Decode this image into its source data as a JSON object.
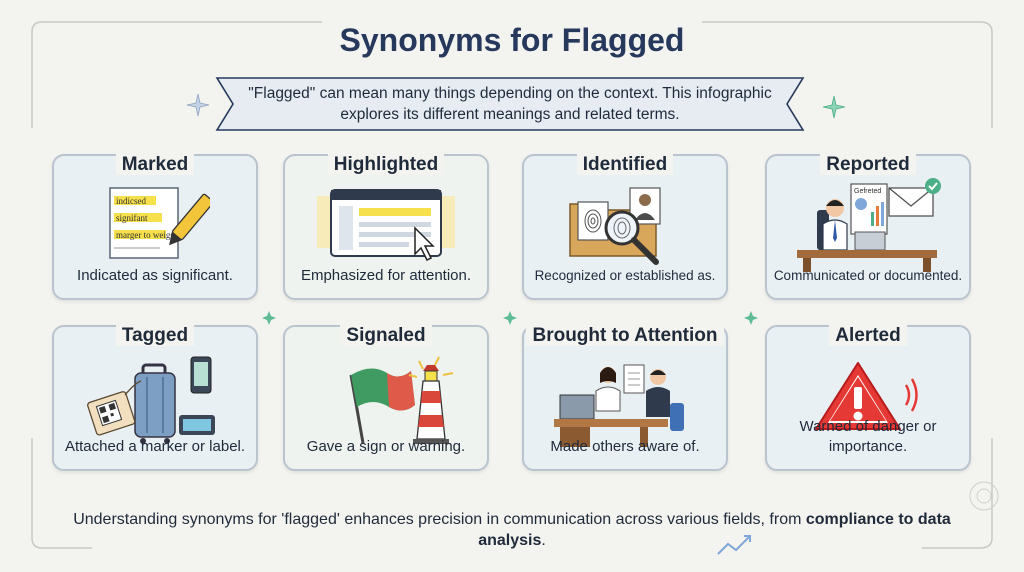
{
  "title": "Synonyms for Flagged",
  "intro": "\"Flagged\" can mean many things depending on the context. This infographic explores its different meanings and related terms.",
  "cards": [
    {
      "title": "Marked",
      "description": "Indicated as significant.",
      "icon": "highlighted-document-icon",
      "note_lines": [
        "indicsed",
        "signifant",
        "marger to weigs"
      ]
    },
    {
      "title": "Highlighted",
      "description": "Emphasized for attention.",
      "icon": "highlighted-screen-icon"
    },
    {
      "title": "Identified",
      "description": "Recognized or established as.",
      "icon": "fingerprint-magnifier-icon"
    },
    {
      "title": "Reported",
      "description": "Communicated or documented.",
      "icon": "office-worker-report-icon",
      "report_label": "Gefreted"
    },
    {
      "title": "Tagged",
      "description": "Attached a marker or label.",
      "icon": "luggage-tag-icon"
    },
    {
      "title": "Signaled",
      "description": "Gave a sign or warning.",
      "icon": "flag-lighthouse-icon"
    },
    {
      "title": "Brought to Attention",
      "description": "Made others aware of.",
      "icon": "office-meeting-icon"
    },
    {
      "title": "Alerted",
      "description": "Warned of danger or importance.",
      "icon": "warning-triangle-icon"
    }
  ],
  "footer": {
    "text": "Understanding synonyms for 'flagged' enhances precision in communication across various fields, from ",
    "bold": "compliance to data analysis",
    "end": "."
  },
  "colors": {
    "title": "#26395c",
    "card_border": "#b9c4cf",
    "accent_green": "#4caf87",
    "alert_red": "#e53935",
    "highlight_yellow": "#f6e04b"
  }
}
